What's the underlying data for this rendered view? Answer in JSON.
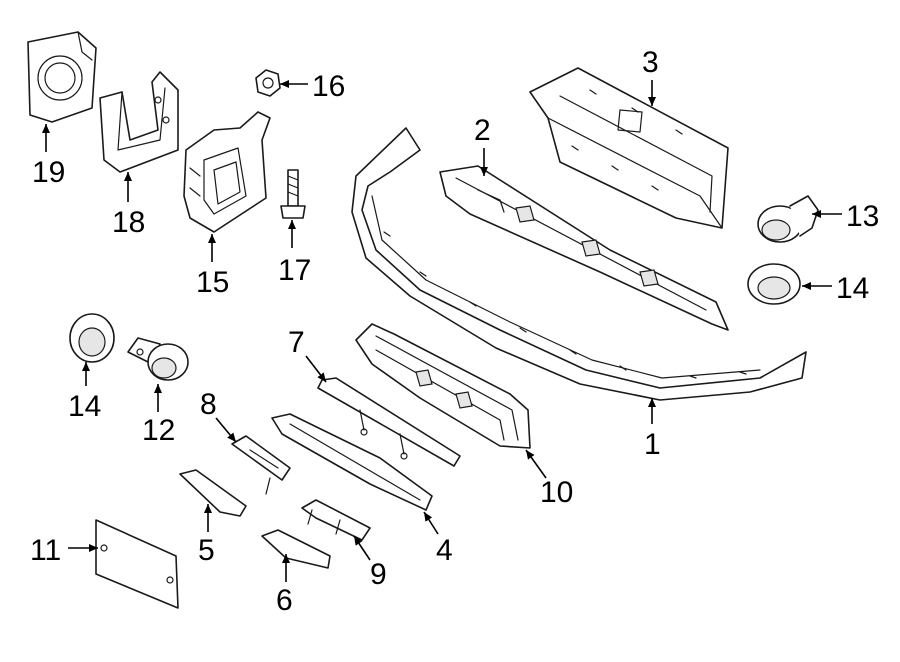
{
  "callouts": {
    "c1": "1",
    "c2": "2",
    "c3": "3",
    "c4": "4",
    "c5": "5",
    "c6": "6",
    "c7": "7",
    "c8": "8",
    "c9": "9",
    "c10": "10",
    "c11": "11",
    "c12": "12",
    "c13": "13",
    "c14a": "14",
    "c14b": "14",
    "c15": "15",
    "c16": "16",
    "c17": "17",
    "c18": "18",
    "c19": "19"
  },
  "colors": {
    "line": "#1a1a1a",
    "background": "#ffffff",
    "shade": "#e6e6e6"
  }
}
